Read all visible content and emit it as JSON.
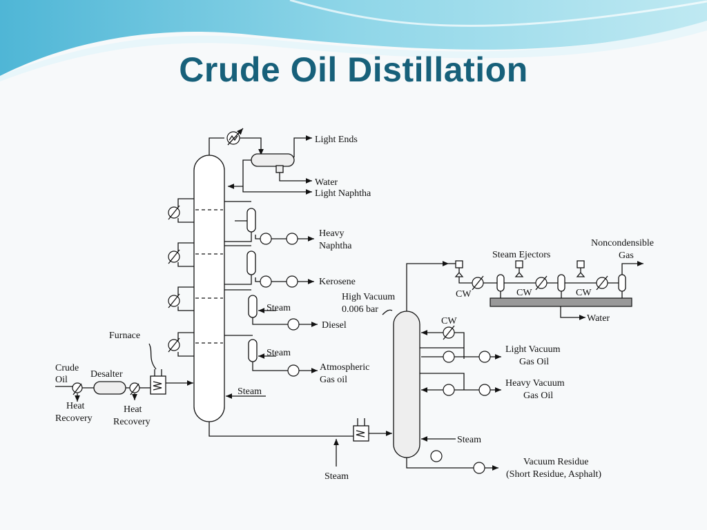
{
  "slide": {
    "title": "Crude Oil Distillation"
  },
  "diagram": {
    "labels": {
      "light_ends": "Light Ends",
      "water_top": "Water",
      "light_naphtha": "Light Naphtha",
      "heavy_naphtha_1": "Heavy",
      "heavy_naphtha_2": "Naphtha",
      "kerosene": "Kerosene",
      "steam_diesel": "Steam",
      "diesel": "Diesel",
      "steam_ago": "Steam",
      "ago_1": "Atmospheric",
      "ago_2": "Gas oil",
      "steam_col": "Steam",
      "furnace": "Furnace",
      "crude_1": "Crude",
      "crude_2": "Oil",
      "desalter": "Desalter",
      "heat_rec1_1": "Heat",
      "heat_rec1_2": "Recovery",
      "heat_rec2_1": "Heat",
      "heat_rec2_2": "Recovery",
      "steam_bottom": "Steam",
      "high_vacuum_1": "High Vacuum",
      "high_vacuum_2": "0.006 bar",
      "steam_ejectors": "Steam Ejectors",
      "noncond_1": "Noncondensible",
      "noncond_2": "Gas",
      "cw1": "CW",
      "cw2": "CW",
      "cw3": "CW",
      "cw_vac": "CW",
      "water_ej": "Water",
      "lvgo_1": "Light Vacuum",
      "lvgo_2": "Gas Oil",
      "hvgo_1": "Heavy Vacuum",
      "hvgo_2": "Gas Oil",
      "steam_vac": "Steam",
      "vr_1": "Vacuum Residue",
      "vr_2": "(Short Residue, Asphalt)"
    }
  }
}
